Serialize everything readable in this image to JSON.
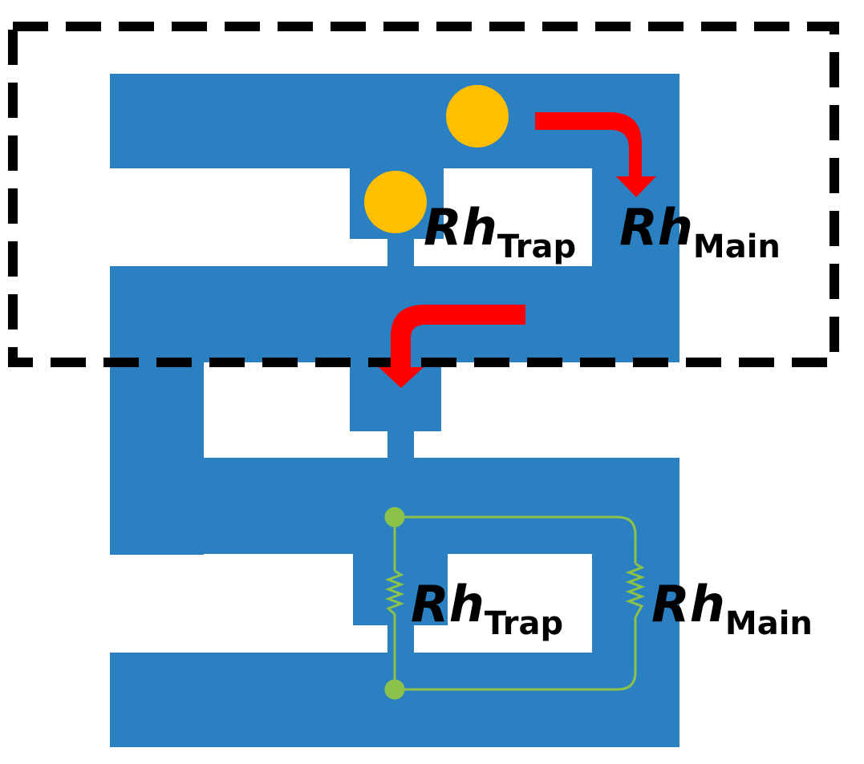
{
  "diagram": {
    "labels": {
      "top_trap": {
        "main": "Rh",
        "sub": "Trap"
      },
      "top_main": {
        "main": "Rh",
        "sub": "Main"
      },
      "bottom_trap": {
        "main": "Rh",
        "sub": "Trap"
      },
      "bottom_main": {
        "main": "Rh",
        "sub": "Main"
      }
    },
    "colors": {
      "channel": "#2a80c1",
      "particle": "#ffbf00",
      "flow_arrow": "#ff0000",
      "circuit": "#8cc24a",
      "circuit_node": "#8cc24a",
      "boundary": "#000000",
      "background": "#ffffff"
    },
    "icons": {
      "particles": [
        "particle-icon",
        "particle-icon"
      ],
      "arrows": [
        "flow-arrow-icon",
        "flow-arrow-icon"
      ],
      "resistors": [
        "resistor-icon",
        "resistor-icon"
      ]
    }
  }
}
